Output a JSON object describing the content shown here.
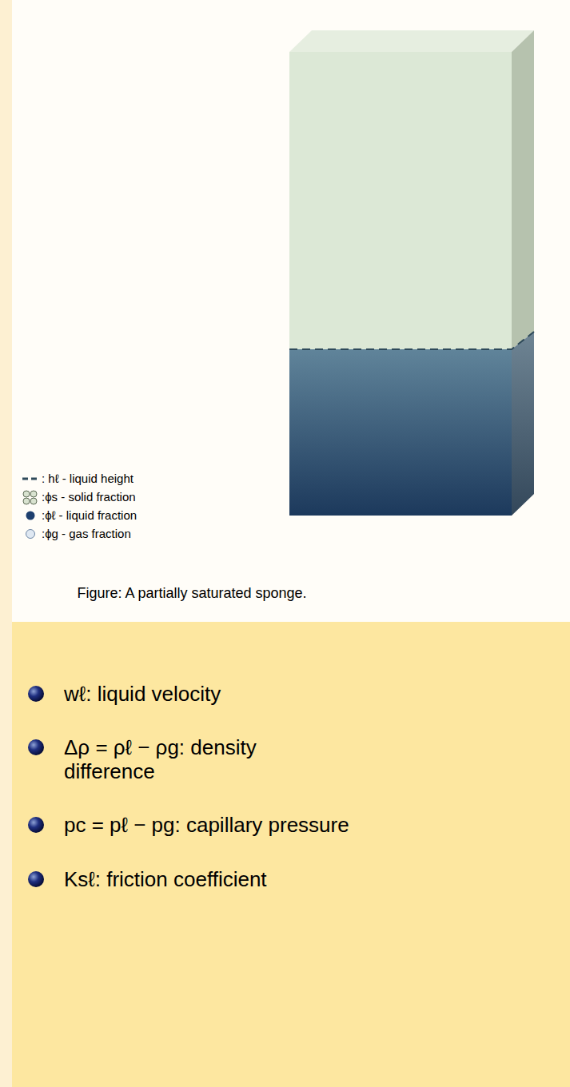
{
  "diagram": {
    "caption": "Figure: A partially saturated sponge.",
    "labels": [
      "wℓ: liquid velocity",
      "Δρ = ρℓ − ρg: density difference",
      "pc = pℓ − pg: capillary pressure",
      "Ksℓ: friction coefficient"
    ],
    "legend": [
      {
        "text": ": hℓ - liquid height"
      },
      {
        "text": ":ϕs - solid fraction"
      },
      {
        "text": ":ϕℓ - liquid fraction"
      },
      {
        "text": ":ϕg - gas fraction"
      }
    ]
  }
}
